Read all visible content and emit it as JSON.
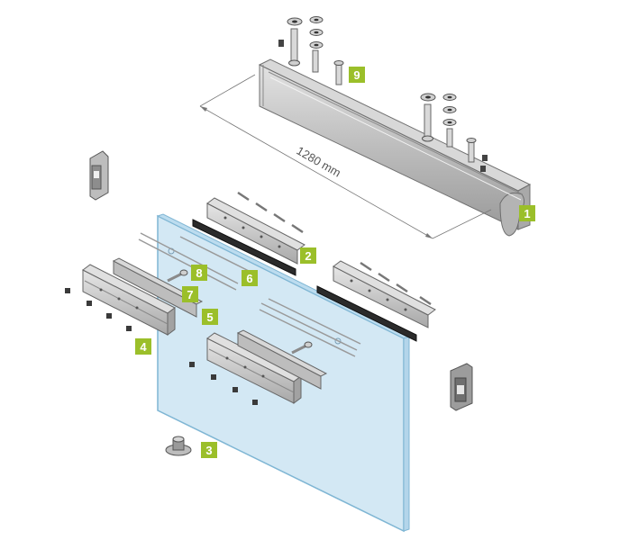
{
  "dimension": {
    "label": "1280 mm"
  },
  "callouts": [
    {
      "id": "1",
      "label": "1"
    },
    {
      "id": "2",
      "label": "2"
    },
    {
      "id": "3",
      "label": "3"
    },
    {
      "id": "4",
      "label": "4"
    },
    {
      "id": "5",
      "label": "5"
    },
    {
      "id": "6",
      "label": "6"
    },
    {
      "id": "7",
      "label": "7"
    },
    {
      "id": "8",
      "label": "8"
    },
    {
      "id": "9",
      "label": "9"
    }
  ],
  "colors": {
    "badge": "#9bbf2a",
    "glass": "#cfe6f3",
    "glass_edge": "#7fb6d4",
    "metal": "#c9c9c9",
    "metal_dark": "#8d8d8d",
    "rubber": "#2b2b2b",
    "line": "#666666"
  }
}
